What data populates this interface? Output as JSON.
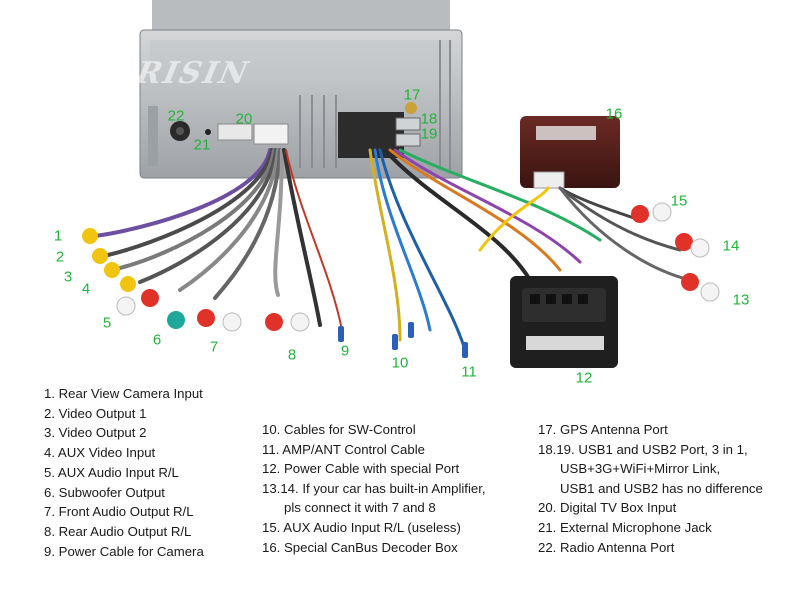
{
  "brand": "ERISIN",
  "callouts": [
    "1",
    "2",
    "3",
    "4",
    "5",
    "6",
    "7",
    "8",
    "9",
    "10",
    "11",
    "12",
    "13",
    "14",
    "15",
    "16",
    "17",
    "18",
    "19",
    "20",
    "21",
    "22"
  ],
  "legend": {
    "col1": [
      "1. Rear View Camera Input",
      "2. Video Output 1",
      "3. Video Output 2",
      "4. AUX Video Input",
      "5. AUX Audio Input R/L",
      "6. Subwoofer Output",
      "7. Front Audio Output R/L",
      "8. Rear Audio Output R/L",
      "9. Power Cable for Camera"
    ],
    "col2": [
      "10. Cables for SW-Control",
      "11. AMP/ANT Control Cable",
      "12. Power Cable with special Port",
      "13.14. If your car has built-in Amplifier,",
      "pls connect it with 7 and 8",
      "15. AUX Audio Input R/L (useless)",
      "16. Special CanBus Decoder Box"
    ],
    "col3": [
      "17. GPS Antenna Port",
      "18.19.  USB1 and USB2 Port, 3 in 1,",
      "USB+3G+WiFi+Mirror Link,",
      "USB1 and USB2 has no difference",
      "20. Digital TV Box Input",
      "21. External Microphone Jack",
      "22. Radio Antenna Port"
    ]
  },
  "colors": {
    "callout": "#22b43a",
    "text": "#1a1a1a",
    "background": "#ffffff"
  }
}
